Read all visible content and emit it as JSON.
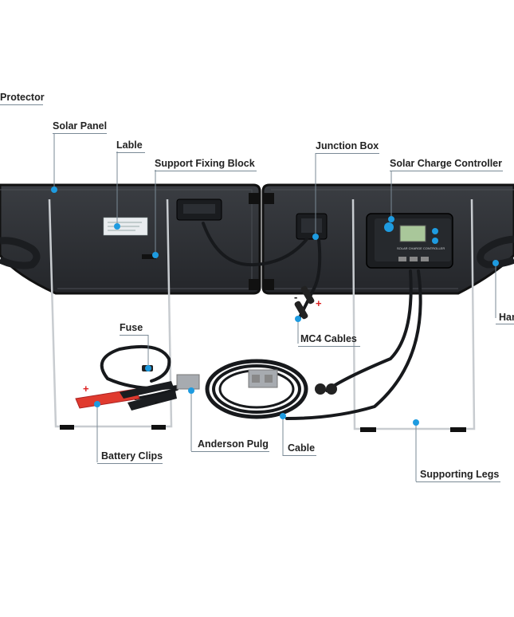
{
  "labels": {
    "protector": "Protector",
    "solar_panel": "Solar Panel",
    "lable": "Lable",
    "support_fixing_block": "Support Fixing Block",
    "junction_box": "Junction Box",
    "solar_charge_controller": "Solar Charge Controller",
    "fuse": "Fuse",
    "mc4_cables": "MC4 Cables",
    "handle": "Han",
    "anderson_plug": "Anderson Pulg",
    "cable": "Cable",
    "battery_clips": "Battery Clips",
    "supporting_legs": "Supporting Legs"
  },
  "polarity": {
    "mc4_minus": "-",
    "mc4_plus": "+",
    "clip_plus": "+",
    "clip_minus": "-"
  },
  "colors": {
    "accent": "#1e9be0",
    "leader": "#7a8a96",
    "panel": "#2b2e33",
    "frame": "#16181b",
    "clip_red": "#e03a2e",
    "lcd": "#a9c79a"
  },
  "controller": {
    "title": "SOLAR CHARGE CONTROLLER"
  }
}
